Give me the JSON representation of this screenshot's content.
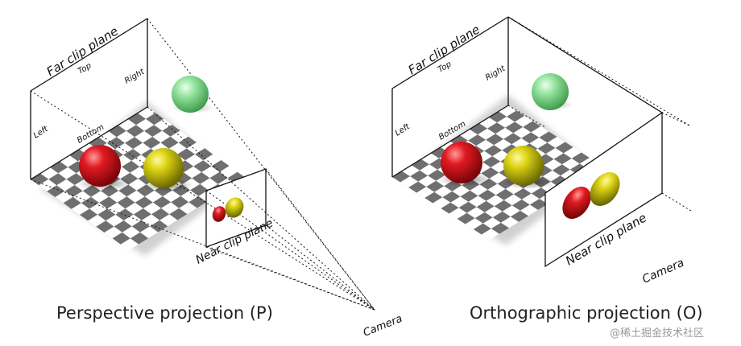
{
  "perspective": {
    "far_plane": "Far clip plane",
    "top": "Top",
    "right": "Right",
    "left": "Left",
    "bottom": "Bottom",
    "near_plane": "Near clip plane",
    "camera": "Camera",
    "caption": "Perspective projection (P)"
  },
  "orthographic": {
    "far_plane": "Far clip plane",
    "top": "Top",
    "right": "Right",
    "left": "Left",
    "bottom": "Bottom",
    "near_plane": "Near clip plane",
    "camera": "Camera",
    "caption": "Orthographic projection (O)"
  },
  "watermark": "@稀土掘金技术社区",
  "colors": {
    "red": "#d4141a",
    "yellow": "#d8cf10",
    "green": "#7ed889",
    "checker_dark": "#6f6f6f",
    "checker_light": "#ffffff"
  }
}
